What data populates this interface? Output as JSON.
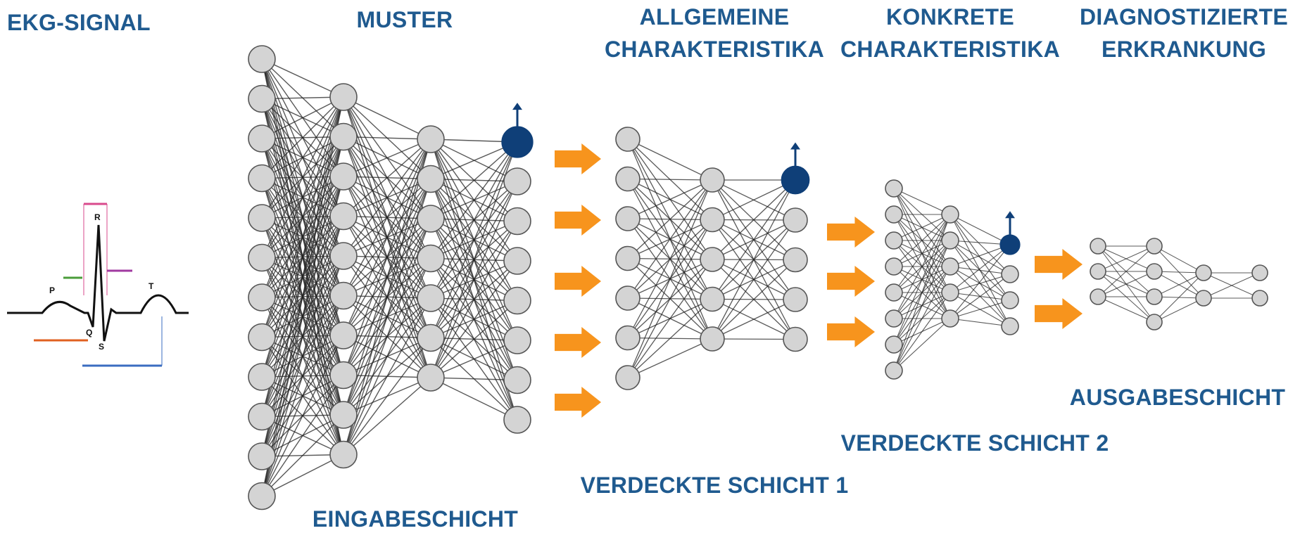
{
  "labels": {
    "ekg_signal": "EKG-SIGNAL",
    "muster": "MUSTER",
    "allgemeine_1": "ALLGEMEINE",
    "allgemeine_2": "CHARAKTERISTIKA",
    "konkrete_1": "KONKRETE",
    "konkrete_2": "CHARAKTERISTIKA",
    "diagnose_1": "DIAGNOSTIZIERTE",
    "diagnose_2": "ERKRANKUNG",
    "eingabeschicht": "EINGABESCHICHT",
    "verdeckte_1": "VERDECKTE SCHICHT 1",
    "verdeckte_2": "VERDECKTE SCHICHT 2",
    "ausgabeschicht": "AUSGABESCHICHT"
  },
  "ecg_labels": {
    "p": "P",
    "q": "Q",
    "r": "R",
    "s": "S",
    "t": "T"
  },
  "colors": {
    "label_blue": "#1f5a8f",
    "node_fill": "#d4d4d4",
    "node_stroke": "#555555",
    "active_node": "#0f3f78",
    "arrow_orange": "#f7941d",
    "edge": "#222222"
  }
}
